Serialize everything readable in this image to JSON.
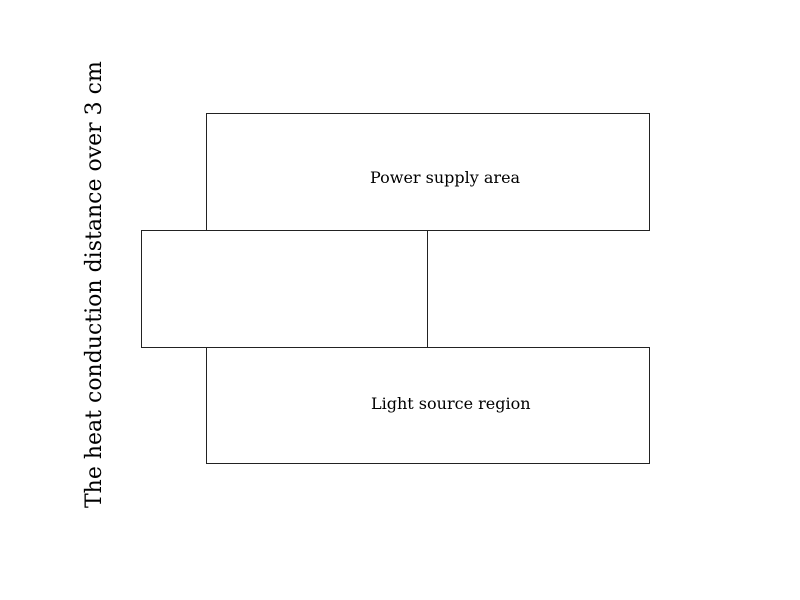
{
  "diagram": {
    "side_label": "The heat conduction distance over 3 cm",
    "regions": {
      "power_supply": "Power supply area",
      "light_source": "Light source region"
    },
    "line_color": "#222222",
    "background_color": "#ffffff"
  }
}
